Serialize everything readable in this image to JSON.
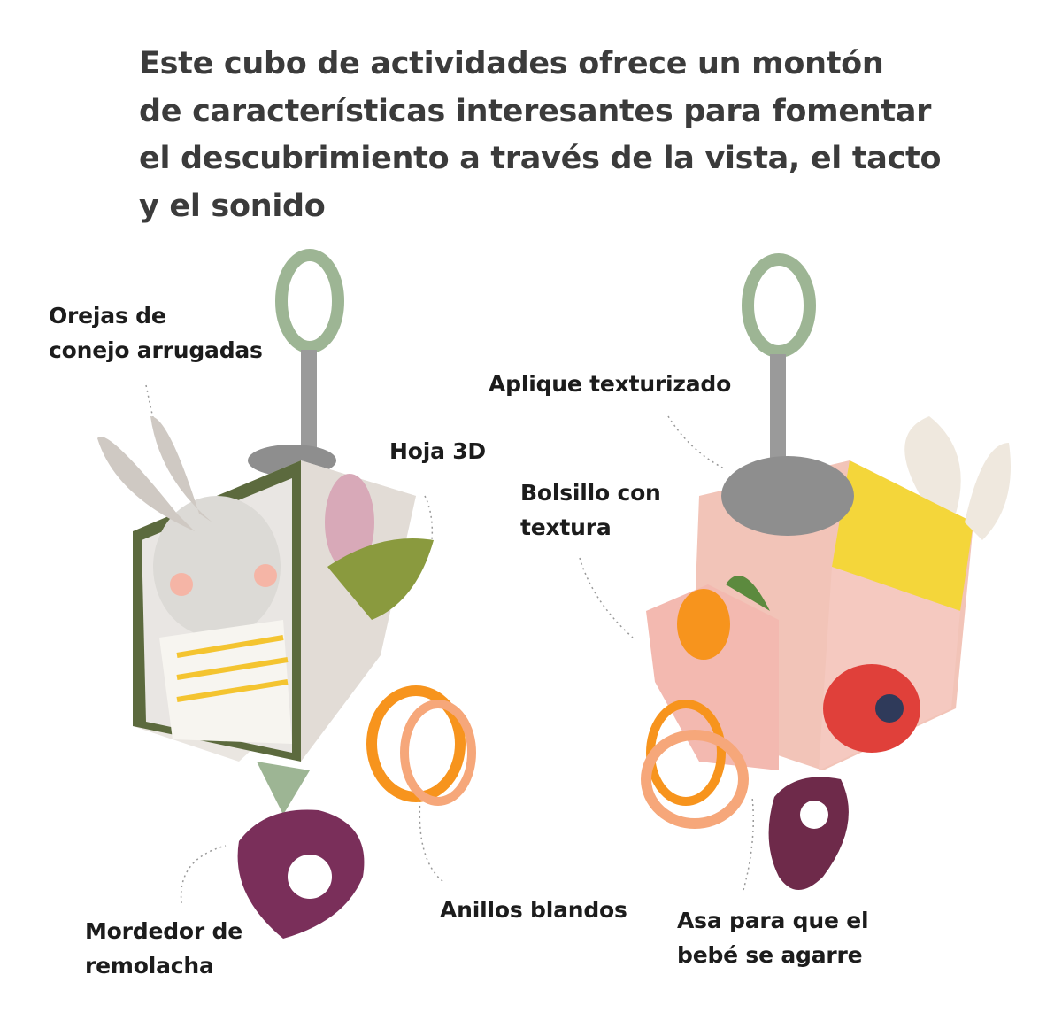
{
  "headline": {
    "lines": [
      "Este cubo de actividades ofrece un montón",
      "de características interesantes para fomentar",
      "el descubrimiento a través de la vista, el tacto",
      "y el sonido"
    ]
  },
  "callouts": {
    "ears": [
      "Orejas de",
      "conejo arrugadas"
    ],
    "leaf": [
      "Hoja 3D"
    ],
    "applique": [
      "Aplique texturizado"
    ],
    "pocket": [
      "Bolsillo con",
      "textura"
    ],
    "beet": [
      "Mordedor de",
      "remolacha"
    ],
    "rings": [
      "Anillos blandos"
    ],
    "handle": [
      "Asa para que el",
      "bebé se agarre"
    ]
  },
  "colors": {
    "ring_green": "#9db594",
    "beet_purple": "#7a2f5a",
    "orange": "#f7941d",
    "olive": "#5c6a3e",
    "yellow": "#f4d63a",
    "pink": "#f2c4b8",
    "red": "#e0403a"
  }
}
